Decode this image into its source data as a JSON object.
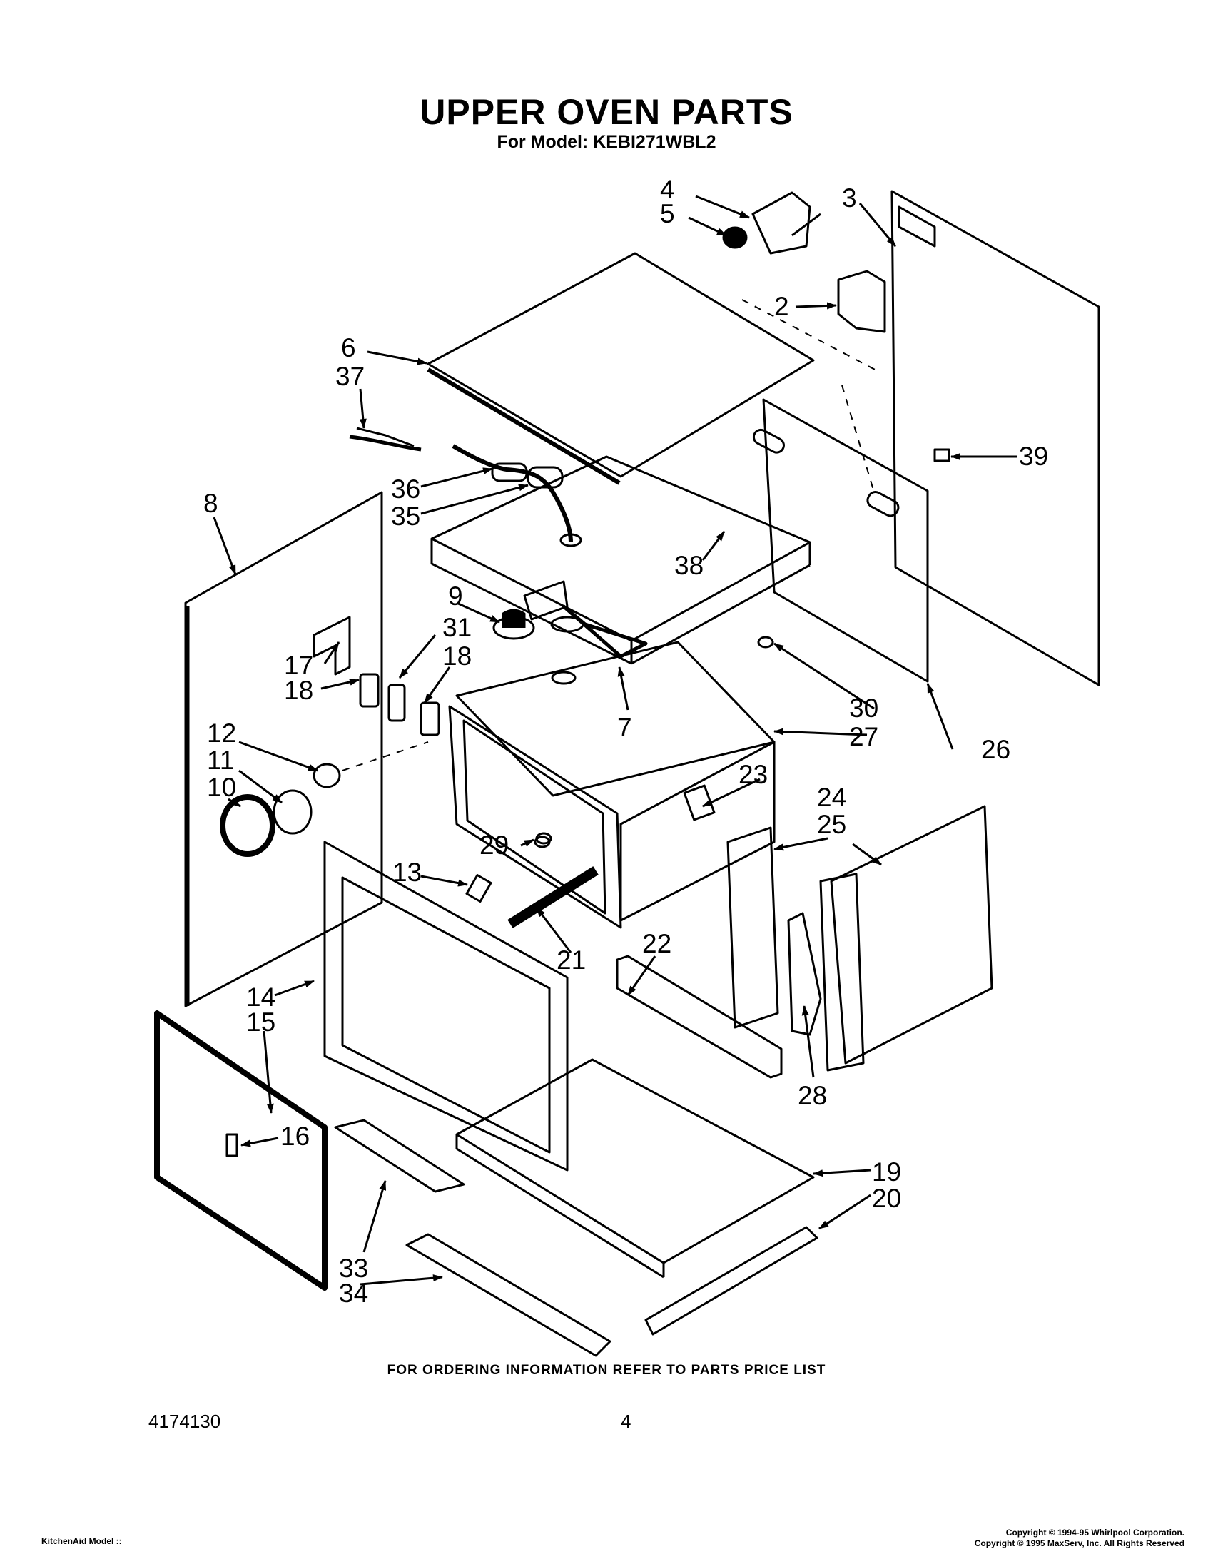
{
  "header": {
    "title": "UPPER OVEN PARTS",
    "subtitle": "For Model: KEBI271WBL2"
  },
  "callouts": {
    "c2": "2",
    "c3": "3",
    "c4": "4",
    "c5": "5",
    "c6": "6",
    "c7": "7",
    "c8": "8",
    "c9": "9",
    "c10": "10",
    "c11": "11",
    "c12": "12",
    "c13": "13",
    "c14": "14",
    "c15": "15",
    "c16": "16",
    "c17": "17",
    "c18a": "18",
    "c18b": "18",
    "c19": "19",
    "c20": "20",
    "c21": "21",
    "c22": "22",
    "c23": "23",
    "c24": "24",
    "c25": "25",
    "c26": "26",
    "c27": "27",
    "c28": "28",
    "c29": "29",
    "c30": "30",
    "c31": "31",
    "c33": "33",
    "c34": "34",
    "c35": "35",
    "c36": "36",
    "c37": "37",
    "c38": "38",
    "c39": "39"
  },
  "footer": {
    "ordering_info": "FOR ORDERING INFORMATION REFER TO PARTS PRICE LIST",
    "doc_number": "4174130",
    "page_number": "4",
    "model_line": "KitchenAid Model ::",
    "copyright_1": "Copyright © 1994-95 Whirlpool Corporation.",
    "copyright_2": "Copyright © 1995 MaxServ, Inc.  All Rights Reserved"
  }
}
